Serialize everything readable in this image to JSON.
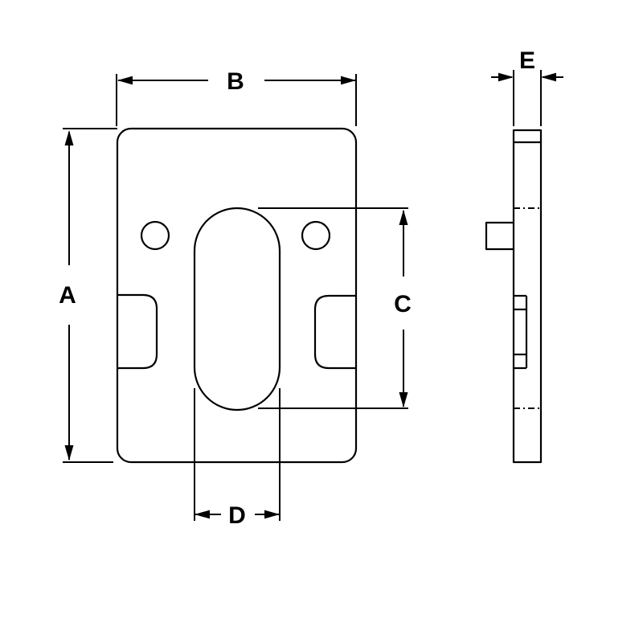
{
  "drawing": {
    "background_color": "#ffffff",
    "line_color": "#000000",
    "dimensions": {
      "A": "A",
      "B": "B",
      "C": "C",
      "D": "D",
      "E": "E"
    }
  }
}
